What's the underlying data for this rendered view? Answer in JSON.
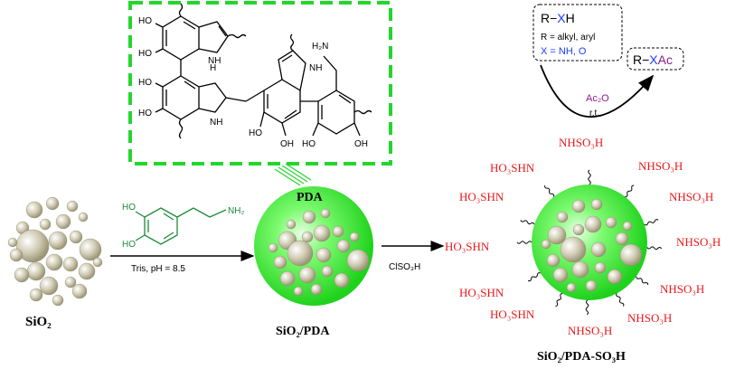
{
  "labels": {
    "sio2": "SiO₂",
    "sio2_pda": "SiO₂/PDA",
    "sio2_pda_so3h": "SiO₂/PDA-SO₃H",
    "pda": "PDA",
    "conditions1": "Tris, pH = 8.5",
    "conditions2": "ClSO₃H"
  },
  "dopamine": {
    "ho_top": "HO",
    "ho_bottom": "HO",
    "amine": "NH₂"
  },
  "pda_structure": {
    "ho": "HO",
    "oh": "OH",
    "nh": "NH",
    "h": "H",
    "h2n": "H₂N"
  },
  "reaction": {
    "substrate": "R−XH",
    "r_def": "R = alkyl, aryl",
    "x_def": "X = NH, O",
    "product": "R−XAc",
    "reagent": "Ac₂O",
    "temp": "r.t."
  },
  "groups": {
    "nhso3h": "NHSO₃H",
    "ho3shn": "HO₃SHN"
  },
  "colors": {
    "sphere_green": "#3df03a",
    "particle": "#b9b49a",
    "group_red": "#e8191b",
    "x_blue": "#1a3cff",
    "reagent_purple": "#8b1a8b",
    "box_green": "#23d62c",
    "dopamine_green": "#1d8a3a"
  }
}
